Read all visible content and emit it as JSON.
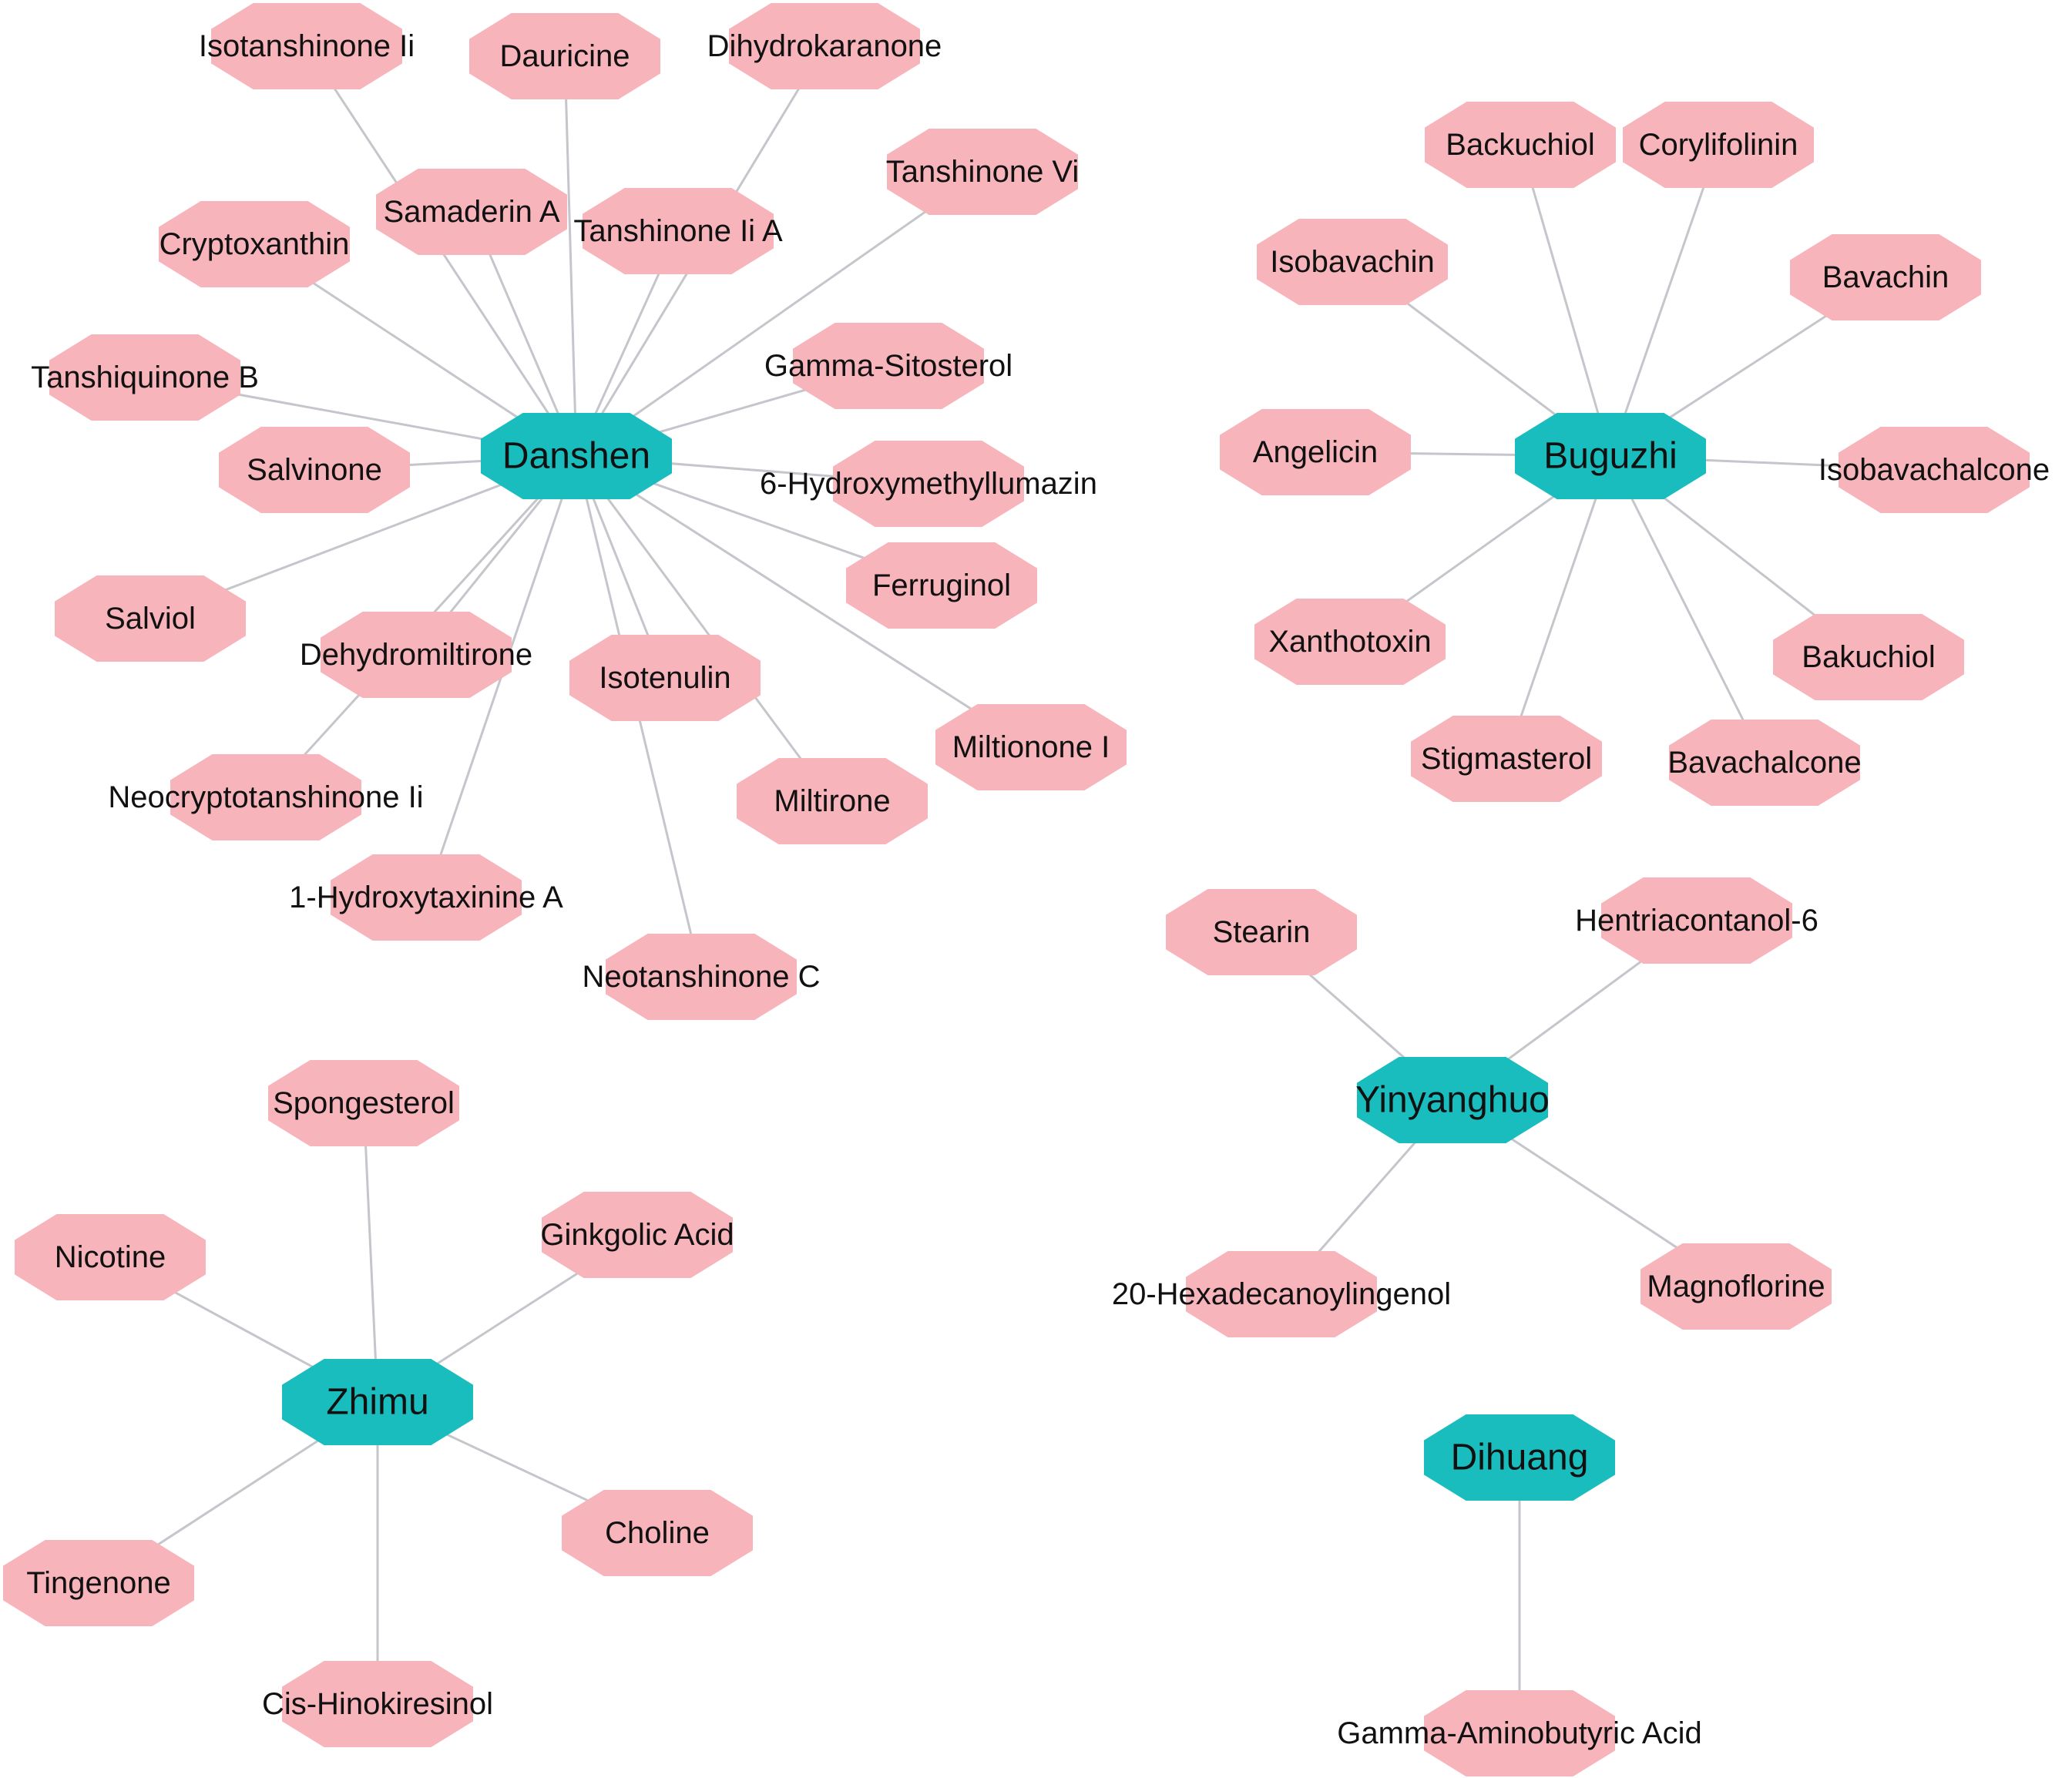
{
  "colors": {
    "herb_fill": "#19BDBD",
    "compound_fill": "#F7B4BB",
    "edge": "#C4C6CC",
    "label": "#111111"
  },
  "herbs": [
    {
      "id": "danshen",
      "label": "Danshen"
    },
    {
      "id": "buguzhi",
      "label": "Buguzhi"
    },
    {
      "id": "yinyanghuo",
      "label": "Yinyanghuo"
    },
    {
      "id": "zhimu",
      "label": "Zhimu"
    },
    {
      "id": "dihuang",
      "label": "Dihuang"
    }
  ],
  "compounds": [
    {
      "id": "isotanshinone-ii",
      "label": "Isotanshinone Ii",
      "herb": "danshen"
    },
    {
      "id": "dauricine",
      "label": "Dauricine",
      "herb": "danshen"
    },
    {
      "id": "dihydrokaranone",
      "label": "Dihydrokaranone",
      "herb": "danshen"
    },
    {
      "id": "tanshinone-vi",
      "label": "Tanshinone Vi",
      "herb": "danshen"
    },
    {
      "id": "samaderin-a",
      "label": "Samaderin A",
      "herb": "danshen"
    },
    {
      "id": "tanshinone-iia",
      "label": "Tanshinone Ii A",
      "herb": "danshen"
    },
    {
      "id": "cryptoxanthin",
      "label": "Cryptoxanthin",
      "herb": "danshen"
    },
    {
      "id": "gamma-sitosterol",
      "label": "Gamma-Sitosterol",
      "herb": "danshen"
    },
    {
      "id": "tanshiquinone-b",
      "label": "Tanshiquinone B",
      "herb": "danshen"
    },
    {
      "id": "salvinone",
      "label": "Salvinone",
      "herb": "danshen"
    },
    {
      "id": "hydroxymethyllumazin",
      "label": "6-Hydroxymethyllumazin",
      "herb": "danshen"
    },
    {
      "id": "salviol",
      "label": "Salviol",
      "herb": "danshen"
    },
    {
      "id": "ferruginol",
      "label": "Ferruginol",
      "herb": "danshen"
    },
    {
      "id": "dehydromiltirone",
      "label": "Dehydromiltirone",
      "herb": "danshen"
    },
    {
      "id": "isotenulin",
      "label": "Isotenulin",
      "herb": "danshen"
    },
    {
      "id": "miltionone-i",
      "label": "Miltionone I",
      "herb": "danshen"
    },
    {
      "id": "neocryptotanshinone-ii",
      "label": "Neocryptotanshinone Ii",
      "herb": "danshen"
    },
    {
      "id": "miltirone",
      "label": "Miltirone",
      "herb": "danshen"
    },
    {
      "id": "hydroxytaxinine-a",
      "label": "1-Hydroxytaxinine A",
      "herb": "danshen"
    },
    {
      "id": "neotanshinone-c",
      "label": "Neotanshinone C",
      "herb": "danshen"
    },
    {
      "id": "backuchiol",
      "label": "Backuchiol",
      "herb": "buguzhi"
    },
    {
      "id": "corylifolinin",
      "label": "Corylifolinin",
      "herb": "buguzhi"
    },
    {
      "id": "isobavachin",
      "label": "Isobavachin",
      "herb": "buguzhi"
    },
    {
      "id": "bavachin",
      "label": "Bavachin",
      "herb": "buguzhi"
    },
    {
      "id": "angelicin",
      "label": "Angelicin",
      "herb": "buguzhi"
    },
    {
      "id": "isobavachalcone",
      "label": "Isobavachalcone",
      "herb": "buguzhi"
    },
    {
      "id": "xanthotoxin",
      "label": "Xanthotoxin",
      "herb": "buguzhi"
    },
    {
      "id": "bakuchiol",
      "label": "Bakuchiol",
      "herb": "buguzhi"
    },
    {
      "id": "stigmasterol",
      "label": "Stigmasterol",
      "herb": "buguzhi"
    },
    {
      "id": "bavachalcone",
      "label": "Bavachalcone",
      "herb": "buguzhi"
    },
    {
      "id": "stearin",
      "label": "Stearin",
      "herb": "yinyanghuo"
    },
    {
      "id": "hentriacontanol-6",
      "label": "Hentriacontanol-6",
      "herb": "yinyanghuo"
    },
    {
      "id": "hexadecanoylingenol",
      "label": "20-Hexadecanoylingenol",
      "herb": "yinyanghuo"
    },
    {
      "id": "magnoflorine",
      "label": "Magnoflorine",
      "herb": "yinyanghuo"
    },
    {
      "id": "spongesterol",
      "label": "Spongesterol",
      "herb": "zhimu"
    },
    {
      "id": "nicotine",
      "label": "Nicotine",
      "herb": "zhimu"
    },
    {
      "id": "ginkgolic-acid",
      "label": "Ginkgolic Acid",
      "herb": "zhimu"
    },
    {
      "id": "choline",
      "label": "Choline",
      "herb": "zhimu"
    },
    {
      "id": "tingenone",
      "label": "Tingenone",
      "herb": "zhimu"
    },
    {
      "id": "cis-hinokiresinol",
      "label": "Cis-Hinokiresinol",
      "herb": "zhimu"
    },
    {
      "id": "gaba",
      "label": "Gamma-Aminobutyric Acid",
      "herb": "dihuang"
    }
  ]
}
